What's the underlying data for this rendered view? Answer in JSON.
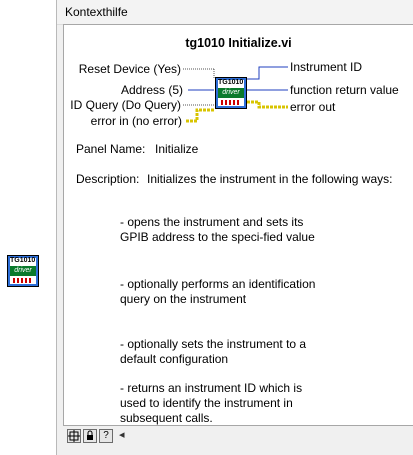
{
  "window": {
    "title": "Kontexthilfe"
  },
  "vi": {
    "title": "tg1010 Initialize.vi",
    "icon_header": "TG1010",
    "icon_label": "driver"
  },
  "terminals": {
    "left": [
      "Reset Device (Yes)",
      "Address (5)",
      "ID Query (Do Query)",
      "error in (no error)"
    ],
    "right": [
      "Instrument ID",
      "function return value",
      "error out"
    ]
  },
  "panel": {
    "label": "Panel Name:",
    "value": "Initialize"
  },
  "description": {
    "label": "Description:",
    "intro": "Initializes the instrument in the following ways:",
    "bullets": [
      "- opens the instrument and sets its GPIB address to the speci-fied value",
      "- optionally performs an identification query on the instrument",
      "- optionally sets the instrument to a default configuration",
      "- returns an instrument ID which is used to identify the instrument in subsequent calls."
    ]
  },
  "toolbar": {
    "buttons": [
      "show-optional-terminals-icon",
      "lock-icon",
      "help-icon"
    ],
    "help_glyph": "?"
  },
  "colors": {
    "wire_blue": "#1f3fbf",
    "wire_yellow": "#d8c400",
    "icon_green": "#0a7a2c"
  }
}
